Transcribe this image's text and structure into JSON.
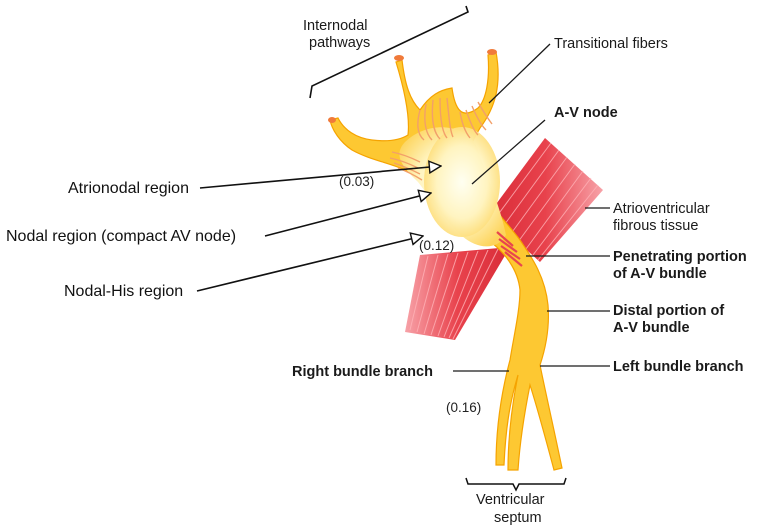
{
  "diagram": {
    "labels": {
      "internodal_line1": "Internodal",
      "internodal_line2": "pathways",
      "transitional_fibers": "Transitional fibers",
      "av_node": "A-V node",
      "av_fibrous_line1": "Atrioventricular",
      "av_fibrous_line2": "fibrous tissue",
      "penetrating_line1": "Penetrating portion",
      "penetrating_line2": "of A-V bundle",
      "distal_line1": "Distal portion of",
      "distal_line2": "A-V bundle",
      "left_bundle": "Left bundle branch",
      "right_bundle": "Right bundle branch",
      "ventricular_line1": "Ventricular",
      "ventricular_line2": "septum",
      "atrionodal": "Atrionodal region",
      "nodal": "Nodal region (compact AV node)",
      "nodal_his": "Nodal-His region"
    },
    "timings": {
      "t1": "(0.03)",
      "t2": "(0.12)",
      "t3": "(0.16)"
    },
    "colors": {
      "conduction_fill": "#fdc832",
      "conduction_outline": "#f5a300",
      "node_core": "#fffbe0",
      "fibrous_tissue": "#e8454e",
      "fibrous_fiber": "#f39aa0",
      "tip": "#f07a3a"
    }
  }
}
